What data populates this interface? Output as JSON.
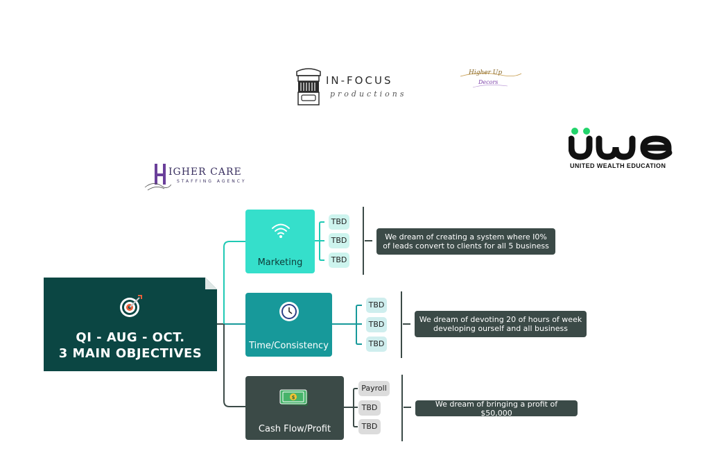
{
  "logos": {
    "infocus": {
      "title": "IN-FOCUS",
      "subtitle": "productions"
    },
    "higherup": {
      "top": "Higher Up",
      "bottom": "Decors"
    },
    "uwe": {
      "mark": "uwe",
      "caption": "UNITED WEALTH EDUCATION"
    },
    "highercare": {
      "title": "IGHER CARE",
      "initial": "H",
      "subtitle": "STAFFING AGENCY"
    }
  },
  "main": {
    "line1": "QI - AUG - OCT.",
    "line2": "3 MAIN OBJECTIVES",
    "icon": "target-icon"
  },
  "categories": [
    {
      "label": "Marketing",
      "icon": "wifi-icon",
      "items": [
        "TBD",
        "TBD",
        "TBD"
      ],
      "dream": "We dream of creating a system where I0% of leads convert to clients for all 5 business"
    },
    {
      "label": "Time/Consistency",
      "icon": "clock-icon",
      "items": [
        "TBD",
        "TBD",
        "TBD"
      ],
      "dream": "We dream of devoting 20 of hours of week developing ourself and all business"
    },
    {
      "label": "Cash Flow/Profit",
      "icon": "cash-icon",
      "items": [
        "Payroll",
        "TBD",
        "TBD"
      ],
      "dream": "We dream of bringing a profit of $50,000"
    }
  ],
  "colors": {
    "main": "#0b4643",
    "marketing": "#35dfcb",
    "time": "#17999a",
    "cash": "#3b4a47",
    "connector": "#1fc9b4"
  }
}
